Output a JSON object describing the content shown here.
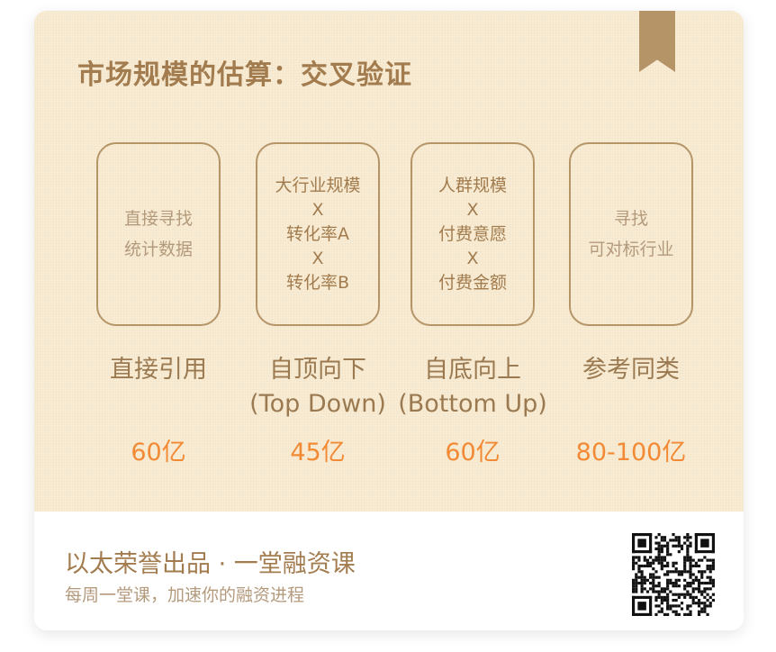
{
  "title": "市场规模的估算：交叉验证",
  "methods": [
    {
      "box_lines": [
        "直接寻找",
        "统计数据"
      ],
      "label_lines": [
        "直接引用"
      ],
      "value": "60亿"
    },
    {
      "box_lines": [
        "大行业规模",
        "X",
        "转化率A",
        "X",
        "转化率B"
      ],
      "label_lines": [
        "自顶向下",
        "(Top Down)"
      ],
      "value": "45亿"
    },
    {
      "box_lines": [
        "人群规模",
        "X",
        "付费意愿",
        "X",
        "付费金额"
      ],
      "label_lines": [
        "自底向上",
        "(Bottom Up)"
      ],
      "value": "60亿"
    },
    {
      "box_lines": [
        "寻找",
        "可对标行业"
      ],
      "label_lines": [
        "参考同类"
      ],
      "value": "80-100亿"
    }
  ],
  "footer": {
    "brand": "以太荣誉出品 · 一堂融资课",
    "tagline": "每周一堂课，加速你的融资进程",
    "qr_icon": "qr-code-icon"
  },
  "colors": {
    "background": "#f8ecd4",
    "accent": "#a27c4e",
    "value": "#f28a35",
    "bookmark": "#b59468"
  }
}
